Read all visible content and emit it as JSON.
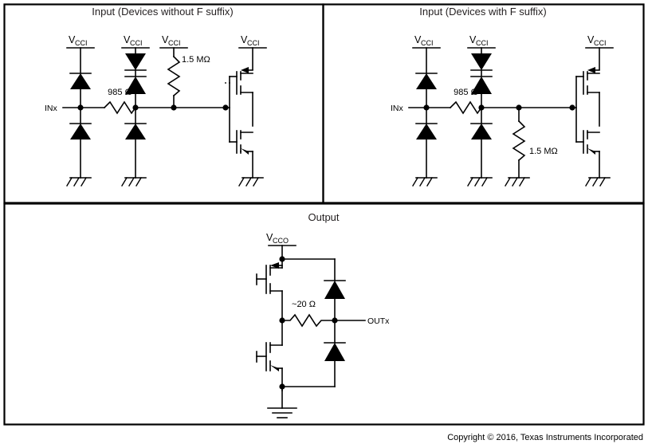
{
  "figure": {
    "copyright": "Copyright © 2016, Texas Instruments Incorporated"
  },
  "panels": {
    "input_no_f": {
      "title": "Input (Devices without F suffix)",
      "supply_labels": [
        "V",
        "V",
        "V",
        "V"
      ],
      "supply_sub": [
        "CCI",
        "CCI",
        "CCI",
        "CCI"
      ],
      "pin_label": "INx",
      "series_resistor": "985 Ω",
      "pulldown_resistor": "1.5 MΩ"
    },
    "input_f": {
      "title": "Input (Devices with F suffix)",
      "supply_labels": [
        "V",
        "V",
        "V"
      ],
      "supply_sub": [
        "CCI",
        "CCI",
        "CCI"
      ],
      "pin_label": "INx",
      "series_resistor": "985 Ω",
      "pulldown_resistor": "1.5 MΩ"
    },
    "output": {
      "title": "Output",
      "supply_label": "V",
      "supply_sub": "CCO",
      "pin_label": "OUTx",
      "series_resistor": "~20 Ω"
    }
  },
  "colors": {
    "line": "#000000",
    "background": "#ffffff",
    "title_text": "#231f20"
  }
}
